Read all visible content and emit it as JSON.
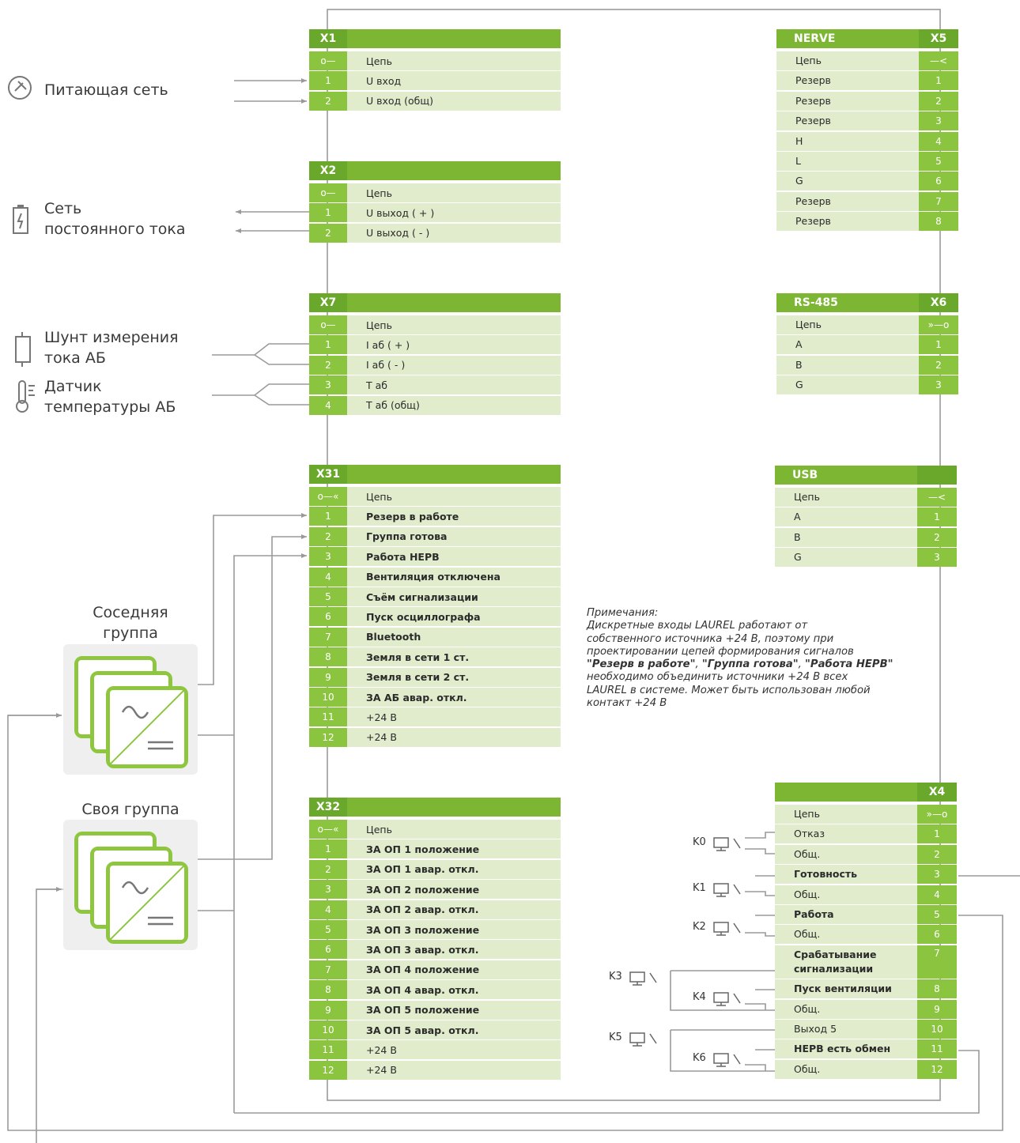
{
  "external": {
    "power": "Питающая сеть",
    "dc1": "Сеть",
    "dc2": "постоянного тока",
    "shunt1": "Шунт измерения",
    "shunt2": "тока АБ",
    "temp1": "Датчик",
    "temp2": "температуры АБ"
  },
  "groups": {
    "neighbor1": "Соседняя",
    "neighbor2": "группа",
    "own": "Своя группа"
  },
  "note": {
    "l1": "Примечания:",
    "l2": "Дискретные входы LAUREL работают от",
    "l3": "собственного источника +24 В, поэтому при",
    "l4": "проектировании цепей формирования сигналов",
    "q1": "\"Резерв в работе\"",
    "q2": "\"Группа готова\"",
    "q3": "\"Работа НЕРВ\"",
    "l6": "необходимо объединить источники +24 В всех",
    "l7": "LAUREL в системе. Может быть использован любой",
    "l8": "контакт +24 В"
  },
  "relays": [
    "K0",
    "K1",
    "K2",
    "K3",
    "K4",
    "K5",
    "K6"
  ],
  "left_blocks": [
    {
      "name": "X1",
      "pins": [
        "о—",
        "1",
        "2"
      ],
      "labels": [
        "Цепь",
        "U вход",
        "U вход (общ)"
      ],
      "bold": [
        0,
        0,
        0
      ]
    },
    {
      "name": "X2",
      "pins": [
        "о—",
        "1",
        "2"
      ],
      "labels": [
        "Цепь",
        "U выход ( + )",
        "U выход ( - )"
      ],
      "bold": [
        0,
        0,
        0
      ]
    },
    {
      "name": "X7",
      "pins": [
        "о—",
        "1",
        "2",
        "3",
        "4"
      ],
      "labels": [
        "Цепь",
        "I аб ( + )",
        "I аб ( - )",
        "T аб",
        "T аб (общ)"
      ],
      "bold": [
        0,
        0,
        0,
        0,
        0
      ]
    },
    {
      "name": "X31",
      "pins": [
        "о—«",
        "1",
        "2",
        "3",
        "4",
        "5",
        "6",
        "7",
        "8",
        "9",
        "10",
        "11",
        "12"
      ],
      "labels": [
        "Цепь",
        "Резерв в работе",
        "Группа готова",
        "Работа НЕРВ",
        "Вентиляция отключена",
        "Съём сигнализации",
        "Пуск осциллографа",
        "Bluetooth",
        "Земля в сети 1 ст.",
        "Земля в сети 2 ст.",
        "ЗА АБ авар. откл.",
        "+24 В",
        "+24 В"
      ],
      "bold": [
        0,
        1,
        1,
        1,
        1,
        1,
        1,
        1,
        1,
        1,
        1,
        0,
        0
      ]
    },
    {
      "name": "X32",
      "pins": [
        "о—«",
        "1",
        "2",
        "3",
        "4",
        "5",
        "6",
        "7",
        "8",
        "9",
        "10",
        "11",
        "12"
      ],
      "labels": [
        "Цепь",
        "ЗА ОП 1 положение",
        "ЗА ОП 1 авар. откл.",
        "ЗА ОП 2 положение",
        "ЗА ОП 2 авар. откл.",
        "ЗА ОП 3 положение",
        "ЗА ОП 3 авар. откл.",
        "ЗА ОП 4 положение",
        "ЗА ОП 4 авар. откл.",
        "ЗА ОП 5 положение",
        "ЗА ОП 5 авар. откл.",
        "+24 В",
        "+24 В"
      ],
      "bold": [
        0,
        1,
        1,
        1,
        1,
        1,
        1,
        1,
        1,
        1,
        1,
        0,
        0
      ]
    }
  ],
  "right_blocks": [
    {
      "name": "NERVE",
      "connector": "X5",
      "pins": [
        "—<",
        "1",
        "2",
        "3",
        "4",
        "5",
        "6",
        "7",
        "8"
      ],
      "labels": [
        "Цепь",
        "Резерв",
        "Резерв",
        "Резерв",
        "H",
        "L",
        "G",
        "Резерв",
        "Резерв"
      ],
      "bold": [
        0,
        0,
        0,
        0,
        0,
        0,
        0,
        0,
        0
      ]
    },
    {
      "name": "RS-485",
      "connector": "X6",
      "pins": [
        "»—о",
        "1",
        "2",
        "3"
      ],
      "labels": [
        "Цепь",
        "A",
        "B",
        "G"
      ],
      "bold": [
        0,
        0,
        0,
        0
      ]
    },
    {
      "name": "USB",
      "connector": "",
      "pins": [
        "—<",
        "1",
        "2",
        "3"
      ],
      "labels": [
        "Цепь",
        "A",
        "B",
        "G"
      ],
      "bold": [
        0,
        0,
        0,
        0
      ]
    },
    {
      "name": "",
      "connector": "X4",
      "pins": [
        "»—о",
        "1",
        "2",
        "3",
        "4",
        "5",
        "6",
        "7",
        "8",
        "9",
        "10",
        "11",
        "12"
      ],
      "labels": [
        "Цепь",
        "Отказ",
        "Общ.",
        "Готовность",
        "Общ.",
        "Работа",
        "Общ.",
        "Срабатывание сигнализации",
        "Пуск вентиляции",
        "Общ.",
        "Выход 5",
        "НЕРВ есть обмен",
        "Общ."
      ],
      "bold": [
        0,
        0,
        0,
        1,
        0,
        1,
        0,
        1,
        1,
        0,
        0,
        1,
        0
      ]
    }
  ]
}
